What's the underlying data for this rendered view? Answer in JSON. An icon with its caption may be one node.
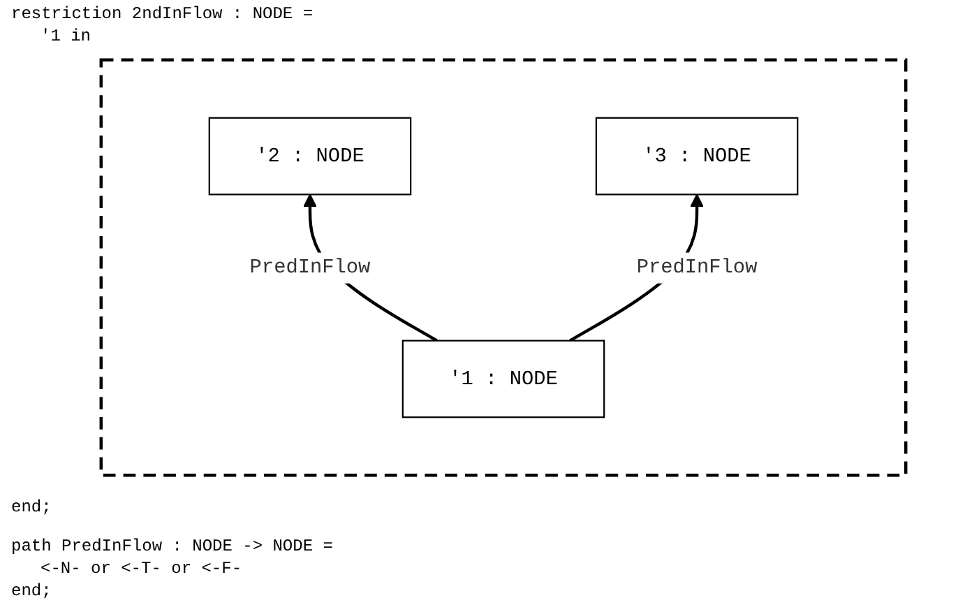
{
  "diagram": {
    "nodes": [
      {
        "text": [],
        "shape": "box"
      },
      {
        "text": [
          "'2 : NODE"
        ],
        "in": 0
      },
      {
        "text": [
          "'3 : NODE"
        ],
        "in": 0
      },
      {
        "text": [
          "'1 : NODE"
        ],
        "in": 0
      }
    ],
    "edges": [
      {
        "from": 3,
        "to": 1,
        "arrow": "to",
        "label": "PredInFlow"
      },
      {
        "from": 3,
        "to": 2,
        "arrow": "to",
        "label": "PredInFlow"
      }
    ],
    "labels": [
      "restriction 2ndInFlow : NODE =",
      "'1 in",
      "end;",
      "path PredInFlow : NODE -> NODE =",
      "<-N- or <-T- or <-F-",
      "end;"
    ]
  }
}
